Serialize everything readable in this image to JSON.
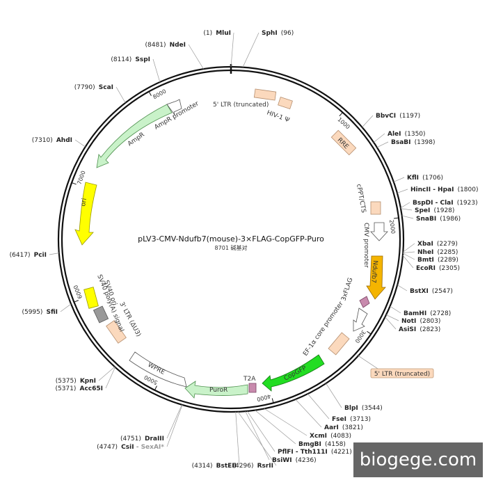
{
  "title": "pLV3-CMV-Ndufb7(mouse)-3×FLAG-CopGFP-Puro",
  "subtitle": "8701 碱基对",
  "total_bp": 8701,
  "watermark": "biogege.com",
  "colors": {
    "backbone": "#111111",
    "ltr": "#fbd9bd",
    "ori": "#ffff00",
    "ndufb7": "#f4b400",
    "copgfp": "#22dd22",
    "puror": "#c9f2c9",
    "ampr": "#c9f2c9",
    "flag": "#c88aad",
    "sv40ori": "#999999"
  },
  "ticks": [
    {
      "label": "1000",
      "bp": 1000
    },
    {
      "label": "2000",
      "bp": 2000
    },
    {
      "label": "3000",
      "bp": 3000
    },
    {
      "label": "4000",
      "bp": 4000
    },
    {
      "label": "5000",
      "bp": 5000
    },
    {
      "label": "6000",
      "bp": 6000
    },
    {
      "label": "7000",
      "bp": 7000
    },
    {
      "label": "8000",
      "bp": 8000
    }
  ],
  "sites": [
    {
      "name": "MluI",
      "pos": "(1)",
      "bp": 1,
      "side": "left"
    },
    {
      "name": "SphI",
      "pos": "(96)",
      "bp": 96,
      "side": "right"
    },
    {
      "name": "BbvCI",
      "pos": "(1197)",
      "bp": 1197,
      "side": "right"
    },
    {
      "name": "AleI",
      "pos": "(1350)",
      "bp": 1350,
      "side": "right"
    },
    {
      "name": "BsaBI",
      "pos": "(1398)",
      "bp": 1398,
      "side": "right"
    },
    {
      "name": "KflI",
      "pos": "(1706)",
      "bp": 1706,
      "side": "right"
    },
    {
      "name": "HincII - HpaI",
      "pos": "(1800)",
      "bp": 1800,
      "side": "right"
    },
    {
      "name": "BspDI - ClaI",
      "pos": "(1923)",
      "bp": 1923,
      "side": "right"
    },
    {
      "name": "SpeI",
      "pos": "(1928)",
      "bp": 1928,
      "side": "right"
    },
    {
      "name": "SnaBI",
      "pos": "(1986)",
      "bp": 1986,
      "side": "right"
    },
    {
      "name": "XbaI",
      "pos": "(2279)",
      "bp": 2279,
      "side": "right"
    },
    {
      "name": "NheI",
      "pos": "(2285)",
      "bp": 2285,
      "side": "right"
    },
    {
      "name": "BmtI",
      "pos": "(2289)",
      "bp": 2289,
      "side": "right"
    },
    {
      "name": "EcoRI",
      "pos": "(2305)",
      "bp": 2305,
      "side": "right"
    },
    {
      "name": "BstXI",
      "pos": "(2547)",
      "bp": 2547,
      "side": "right"
    },
    {
      "name": "BamHI",
      "pos": "(2728)",
      "bp": 2728,
      "side": "right"
    },
    {
      "name": "NotI",
      "pos": "(2803)",
      "bp": 2803,
      "side": "right"
    },
    {
      "name": "AsiSI",
      "pos": "(2823)",
      "bp": 2823,
      "side": "right"
    },
    {
      "name": "BlpI",
      "pos": "(3544)",
      "bp": 3544,
      "side": "right"
    },
    {
      "name": "FseI",
      "pos": "(3713)",
      "bp": 3713,
      "side": "right"
    },
    {
      "name": "AarI",
      "pos": "(3821)",
      "bp": 3821,
      "side": "right"
    },
    {
      "name": "XcmI",
      "pos": "(4083)",
      "bp": 4083,
      "side": "right"
    },
    {
      "name": "BmgBI",
      "pos": "(4158)",
      "bp": 4158,
      "side": "right"
    },
    {
      "name": "PflFI - Tth111I",
      "pos": "(4221)",
      "bp": 4221,
      "side": "right"
    },
    {
      "name": "BsiWI",
      "pos": "(4236)",
      "bp": 4236,
      "side": "right"
    },
    {
      "name": "RsrII",
      "pos": "(4296)",
      "bp": 4296,
      "side": "left"
    },
    {
      "name": "BstEII",
      "pos": "(4314)",
      "bp": 4314,
      "side": "left"
    },
    {
      "name": "DraIII",
      "pos": "(4751)",
      "bp": 4751,
      "side": "left"
    },
    {
      "name": "CsiI",
      "pos": "(4747)",
      "bp": 4747,
      "side": "left",
      "extra": " - SexAI*"
    },
    {
      "name": "KpnI",
      "pos": "(5375)",
      "bp": 5375,
      "side": "left"
    },
    {
      "name": "Acc65I",
      "pos": "(5371)",
      "bp": 5371,
      "side": "left"
    },
    {
      "name": "SfiI",
      "pos": "(5995)",
      "bp": 5995,
      "side": "left"
    },
    {
      "name": "PciI",
      "pos": "(6417)",
      "bp": 6417,
      "side": "left"
    },
    {
      "name": "AhdI",
      "pos": "(7310)",
      "bp": 7310,
      "side": "left"
    },
    {
      "name": "ScaI",
      "pos": "(7790)",
      "bp": 7790,
      "side": "left"
    },
    {
      "name": "SspI",
      "pos": "(8114)",
      "bp": 8114,
      "side": "left"
    },
    {
      "name": "NdeI",
      "pos": "(8481)",
      "bp": 8481,
      "side": "left"
    }
  ],
  "features": [
    {
      "label": "5' LTR (truncated)",
      "color": "#fbd9bd"
    },
    {
      "label": "HIV-1 Ψ",
      "color": "#fbd9bd"
    },
    {
      "label": "RRE",
      "color": "#fbd9bd"
    },
    {
      "label": "cPPT/CTS",
      "color": "#fbd9bd"
    },
    {
      "label": "CMV promoter",
      "color": "#ffffff"
    },
    {
      "label": "Ndufb7",
      "color": "#f4b400"
    },
    {
      "label": "3xFLAG",
      "color": "#c88aad"
    },
    {
      "label": "EF-1α core promoter",
      "color": "#ffffff"
    },
    {
      "label": "CopGFP",
      "color": "#22dd22"
    },
    {
      "label": "T2A",
      "color": "#c88aad"
    },
    {
      "label": "PuroR",
      "color": "#c9f2c9"
    },
    {
      "label": "WPRE",
      "color": "#ffffff"
    },
    {
      "label": "3' LTR (ΔU3)",
      "color": "#fbd9bd"
    },
    {
      "label": "SV40 ori",
      "color": "#999999"
    },
    {
      "label": "SV40 poly(A) signal",
      "color": "#ffff00"
    },
    {
      "label": "ori",
      "color": "#ffff00"
    },
    {
      "label": "AmpR",
      "color": "#c9f2c9"
    },
    {
      "label": "AmpR promoter",
      "color": "#ffffff"
    }
  ],
  "callout": {
    "label": "5' LTR (truncated)"
  }
}
